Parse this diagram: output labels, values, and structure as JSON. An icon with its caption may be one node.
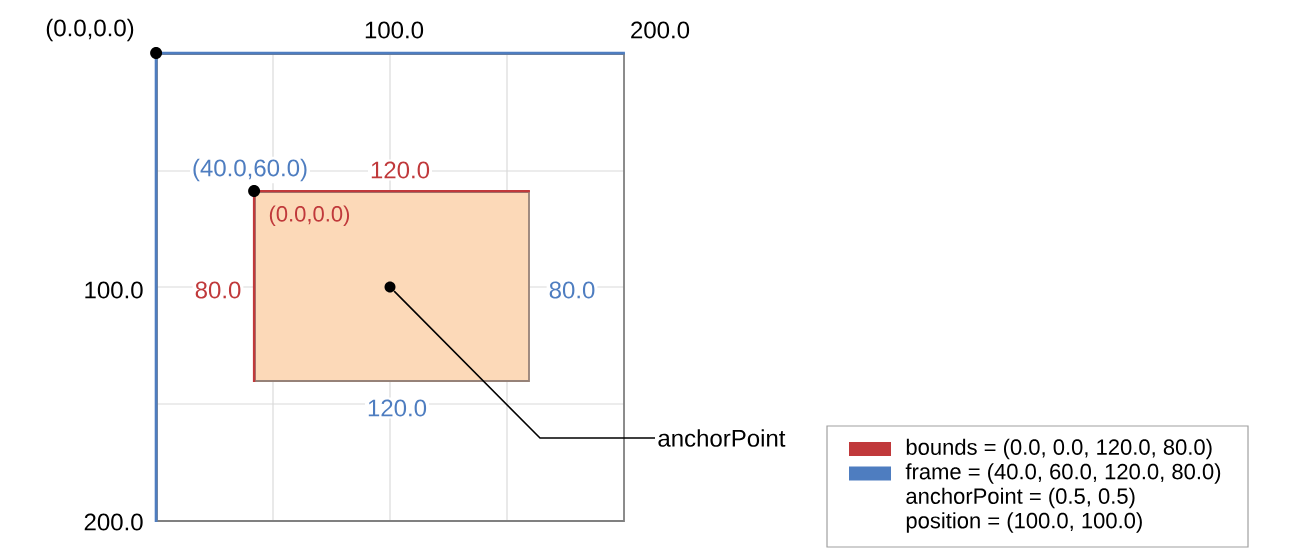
{
  "diagram": {
    "nodes": [
      {
        "text": [],
        "shape": "box"
      },
      {
        "text": [
          "(0.0,0.0)"
        ],
        "in": 0
      },
      {
        "text": [],
        "shape": "circle",
        "in": 1
      },
      {
        "text": [
          "anchorPoint"
        ]
      }
    ],
    "edges": [
      {
        "from": 3,
        "to": 2,
        "arrow": "none"
      }
    ],
    "labels": [
      "(0.0,0.0)",
      "100.0",
      "200.0",
      "(40.0,60.0)",
      "120.0",
      "100.0",
      "80.0",
      "80.0",
      "120.0",
      "200.0"
    ],
    "legend": [
      {
        "text": "bounds = (0.0, 0.0, 120.0, 80.0)",
        "color": "#c0393b"
      },
      {
        "text": "frame = (40.0, 60.0, 120.0, 80.0)",
        "color": "#4e7dc0"
      },
      {
        "text": "anchorPoint = (0.5, 0.5)"
      },
      {
        "text": "position = (100.0, 100.0)"
      }
    ]
  }
}
